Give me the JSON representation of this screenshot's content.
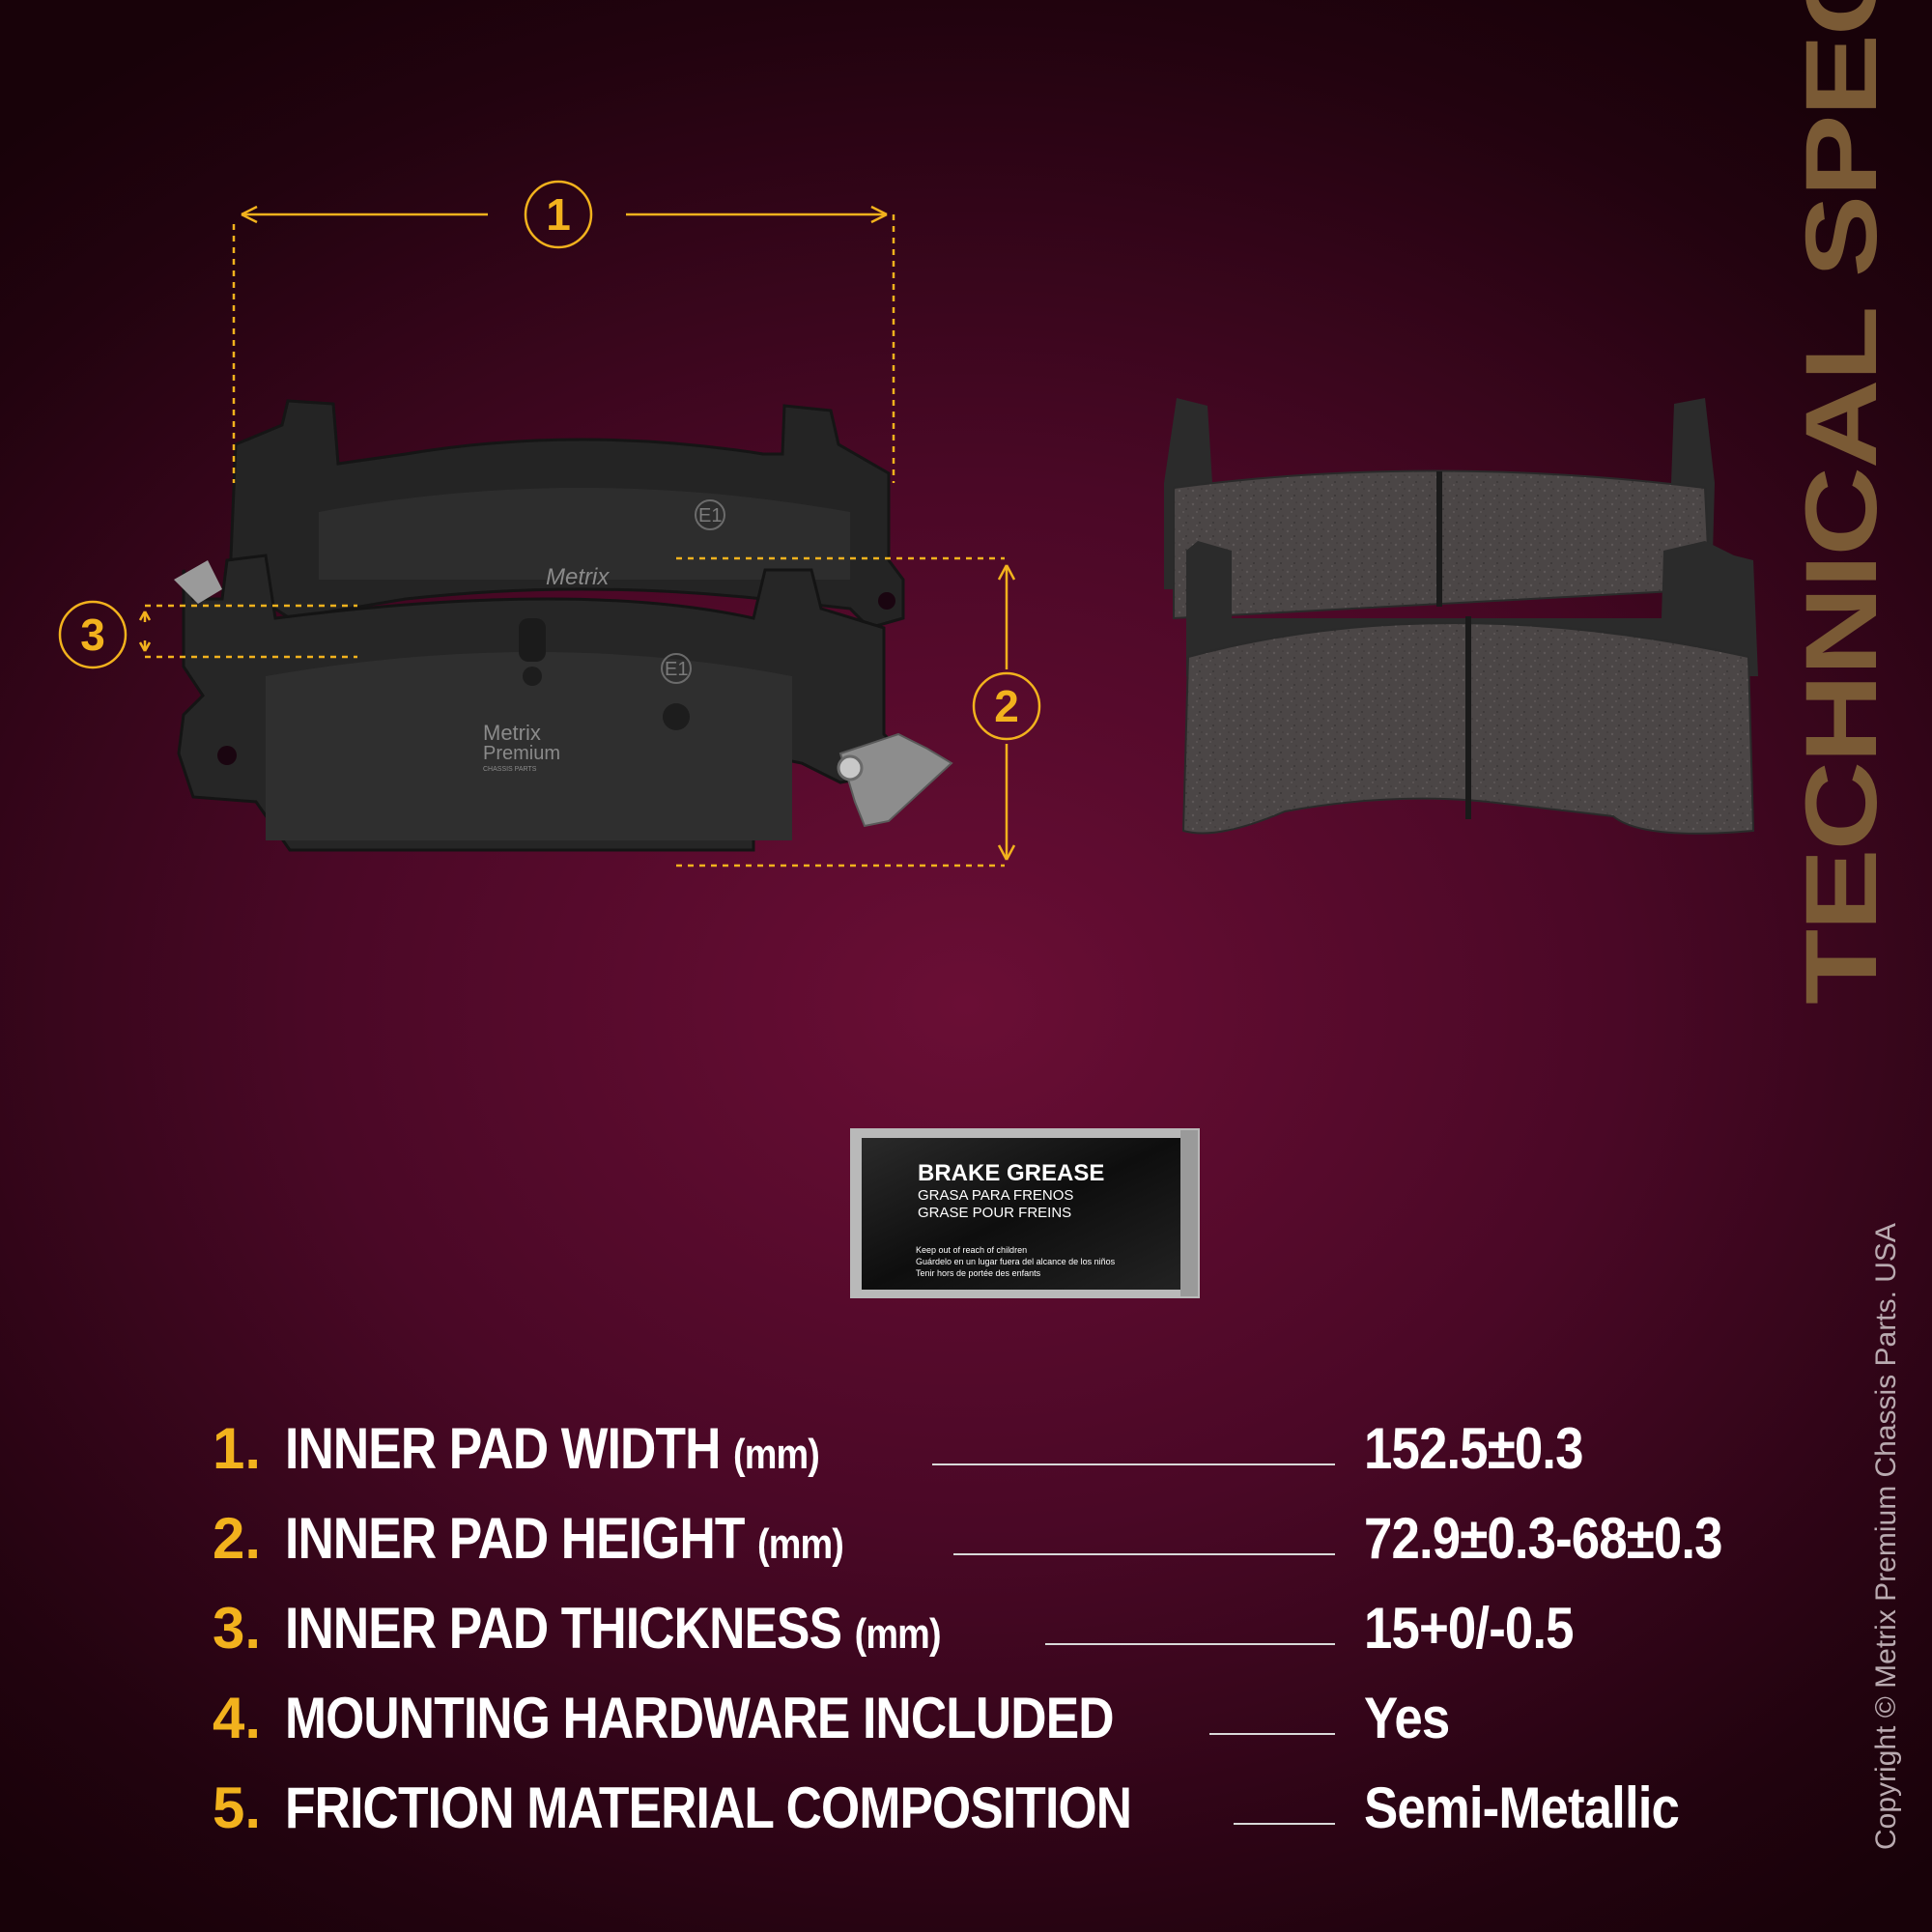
{
  "side_title": "TECHNICAL SPECS",
  "copyright": "Copyright © Metrix Premium Chassis Parts. USA",
  "colors": {
    "accent": "#f2b21d",
    "text": "#ffffff",
    "side_title": "#7a5a35",
    "copyright": "#b9aab0",
    "pad_dark": "#2a2a2a",
    "friction": "#4a4545"
  },
  "callouts": {
    "c1": "1",
    "c2": "2",
    "c3": "3"
  },
  "pad": {
    "brand_back": "Metrix",
    "brand_front_1": "Metrix",
    "brand_front_2": "Premium",
    "brand_front_3": "CHASSIS PARTS",
    "stamp_back": "E1",
    "stamp_front": "E1"
  },
  "grease_packet": {
    "title": "BRAKE GREASE",
    "line_es": "GRASA PARA FRENOS",
    "line_fr": "GRASE POUR FREINS",
    "warn_en": "Keep out of reach of children",
    "warn_es": "Guárdelo en un lugar fuera del alcance de los niños",
    "warn_fr": "Tenir hors de portée des enfants"
  },
  "specs": [
    {
      "num": "1.",
      "label": "INNER PAD WIDTH",
      "unit": "(mm)",
      "value": "152.5±0.3"
    },
    {
      "num": "2.",
      "label": "INNER PAD HEIGHT",
      "unit": "(mm)",
      "value": "72.9±0.3-68±0.3"
    },
    {
      "num": "3.",
      "label": "INNER PAD THICKNESS",
      "unit": "(mm)",
      "value": "15+0/-0.5"
    },
    {
      "num": "4.",
      "label": "MOUNTING HARDWARE INCLUDED",
      "unit": "",
      "value": "Yes"
    },
    {
      "num": "5.",
      "label": "FRICTION MATERIAL COMPOSITION",
      "unit": "",
      "value": "Semi-Metallic"
    }
  ]
}
